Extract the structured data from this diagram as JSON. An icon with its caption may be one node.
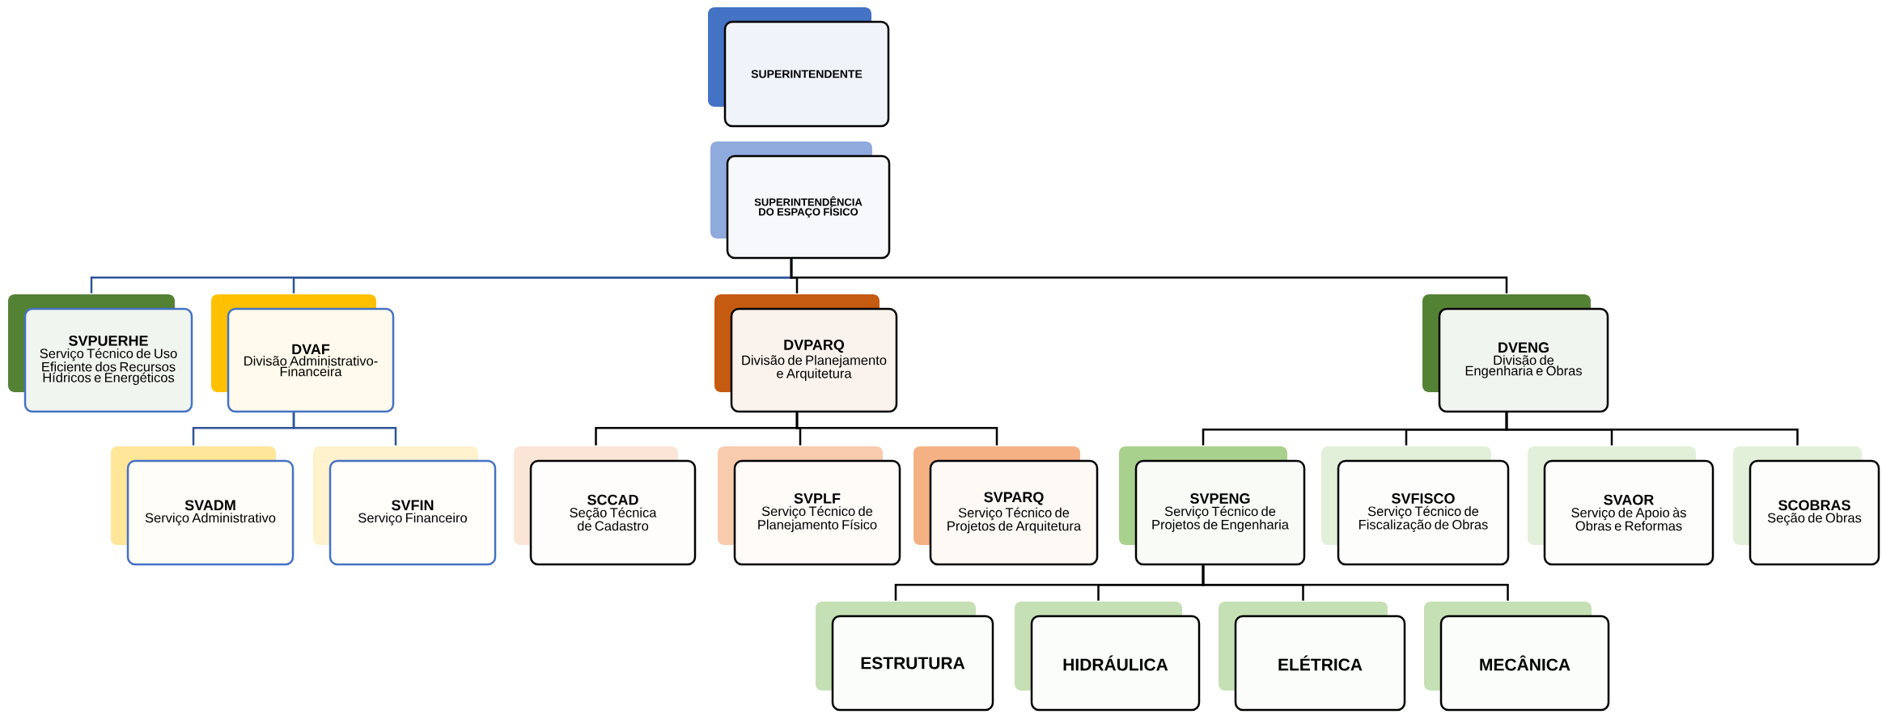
{
  "diagram": {
    "nodes": [
      {
        "text": [
          "SUPERINTENDENTE"
        ]
      },
      {
        "text": [
          "SUPERINTENDÊNCIA DO ESPAÇO FÍSICO"
        ]
      },
      {
        "text": [
          "SVPUERHE",
          "Serviço Técnico de Uso Eficiente dos Recursos Hídricos e Energéticos"
        ]
      },
      {
        "text": [
          "DVAF",
          "Divisão Administrativo-Financeira"
        ]
      },
      {
        "text": [
          "DVPARQ",
          "Divisão de Planejamento e Arquitetura"
        ]
      },
      {
        "text": [
          "DVENG",
          "Divisão de Engenharia e Obras"
        ]
      },
      {
        "text": [
          "SVADM",
          "Serviço Administrativo"
        ]
      },
      {
        "text": [
          "SVFIN",
          "Serviço Financeiro"
        ]
      },
      {
        "text": [
          "SCCAD",
          "Seção Técnica de Cadastro"
        ]
      },
      {
        "text": [
          "SVPLF",
          "Serviço Técnico de Planejamento Físico"
        ]
      },
      {
        "text": [
          "SVPARQ",
          "Serviço Técnico de Projetos de Arquitetura"
        ]
      },
      {
        "text": [
          "SVPENG",
          "Serviço Técnico de Projetos de Engenharia"
        ]
      },
      {
        "text": [
          "SVFISCO",
          "Serviço Técnico de Fiscalização de Obras"
        ]
      },
      {
        "text": [
          "SVAOR",
          "Serviço de Apoio às Obras e Reformas"
        ]
      },
      {
        "text": [
          "SCOBRAS",
          "Seção de Obras"
        ]
      },
      {
        "text": [
          "ESTRUTURA"
        ]
      },
      {
        "text": [
          "HIDRÁULICA"
        ]
      },
      {
        "text": [
          "ELÉTRICA"
        ]
      },
      {
        "text": [
          "MECÂNICA"
        ]
      }
    ],
    "edges": [
      {
        "from": 1,
        "to": 2,
        "arrow": "none",
        "color": "#2f5597"
      },
      {
        "from": 1,
        "to": 3,
        "arrow": "none",
        "color": "#2f5597"
      },
      {
        "from": 1,
        "to": 4,
        "arrow": "none"
      },
      {
        "from": 1,
        "to": 5,
        "arrow": "none"
      },
      {
        "from": 3,
        "to": 6,
        "arrow": "none",
        "color": "#2f5597"
      },
      {
        "from": 3,
        "to": 7,
        "arrow": "none",
        "color": "#2f5597"
      },
      {
        "from": 4,
        "to": 8,
        "arrow": "none"
      },
      {
        "from": 4,
        "to": 9,
        "arrow": "none"
      },
      {
        "from": 4,
        "to": 10,
        "arrow": "none"
      },
      {
        "from": 5,
        "to": 11,
        "arrow": "none"
      },
      {
        "from": 5,
        "to": 12,
        "arrow": "none"
      },
      {
        "from": 5,
        "to": 13,
        "arrow": "none"
      },
      {
        "from": 5,
        "to": 14,
        "arrow": "none"
      },
      {
        "from": 11,
        "to": 15,
        "arrow": "none"
      },
      {
        "from": 11,
        "to": 16,
        "arrow": "none"
      },
      {
        "from": 11,
        "to": 17,
        "arrow": "none"
      },
      {
        "from": 11,
        "to": 18,
        "arrow": "none"
      }
    ]
  }
}
